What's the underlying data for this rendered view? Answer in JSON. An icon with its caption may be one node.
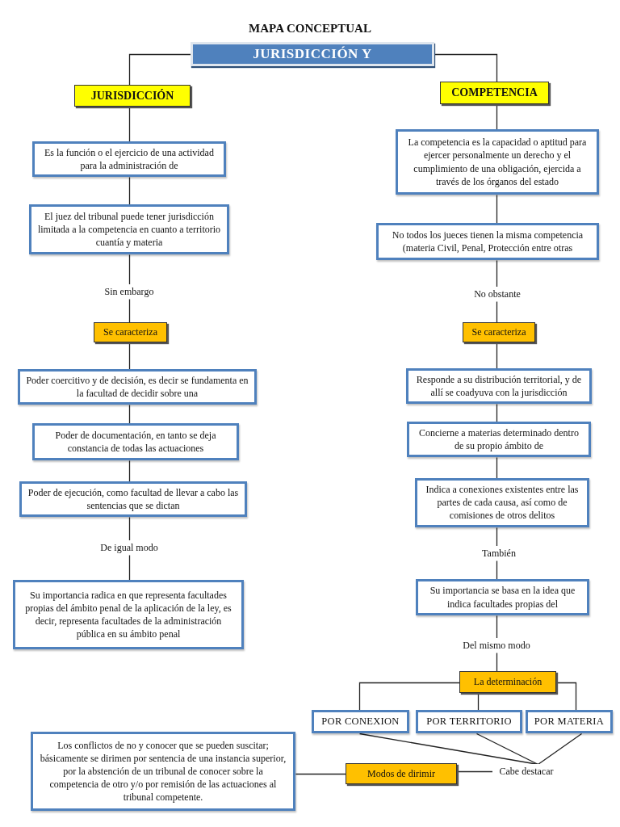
{
  "diagram": {
    "title": "MAPA CONCEPTUAL",
    "nodes": [
      {
        "text": [
          "JURISDICCIÓN Y"
        ]
      },
      {
        "text": [
          "JURISDICCIÓN"
        ]
      },
      {
        "text": [
          "COMPETENCIA"
        ]
      },
      {
        "text": [
          "Es la función o el ejercicio de una actividad para la administración de"
        ]
      },
      {
        "text": [
          "El juez del tribunal puede tener jurisdicción limitada a la competencia en cuanto a territorio cuantía y materia"
        ]
      },
      {
        "text": [
          "Sin embargo"
        ]
      },
      {
        "text": [
          "Se caracteriza"
        ]
      },
      {
        "text": [
          "Poder coercitivo y de decisión, es decir se fundamenta en la facultad de decidir sobre una"
        ]
      },
      {
        "text": [
          "Poder de documentación, en tanto se deja constancia de todas las actuaciones"
        ]
      },
      {
        "text": [
          "Poder de ejecución, como facultad de llevar a cabo las sentencias que se dictan"
        ]
      },
      {
        "text": [
          "De igual modo"
        ]
      },
      {
        "text": [
          "Su importancia radica en que representa facultades propias del ámbito penal de la aplicación de la ley, es decir, representa facultades de la administración pública en su ámbito penal"
        ]
      },
      {
        "text": [
          "La competencia es la capacidad o aptitud para ejercer personalmente un derecho y el cumplimiento de una obligación, ejercida a través de los órganos del estado"
        ]
      },
      {
        "text": [
          "No todos los jueces tienen la misma competencia (materia Civil, Penal, Protección entre otras"
        ]
      },
      {
        "text": [
          "No obstante"
        ]
      },
      {
        "text": [
          "Se caracteriza"
        ]
      },
      {
        "text": [
          "Responde a su distribución territorial, y de allí se coadyuva con la jurisdicción"
        ]
      },
      {
        "text": [
          "Concierne a materias determinado dentro de su propio ámbito de"
        ]
      },
      {
        "text": [
          "Indica a conexiones existentes entre las partes de cada causa, así como de comisiones de otros delitos"
        ]
      },
      {
        "text": [
          "También"
        ]
      },
      {
        "text": [
          "Su importancia se basa en la idea que indica facultades propias del"
        ]
      },
      {
        "text": [
          "Del mismo modo"
        ]
      },
      {
        "text": [
          "La determinación"
        ]
      },
      {
        "text": [
          "POR CONEXION"
        ]
      },
      {
        "text": [
          "POR TERRITORIO"
        ]
      },
      {
        "text": [
          "POR MATERIA"
        ]
      },
      {
        "text": [
          "Cabe destacar"
        ]
      },
      {
        "text": [
          "Modos de dirimir"
        ]
      },
      {
        "text": [
          "Los conflictos de no y conocer que se pueden suscitar; básicamente se dirimen por sentencia de una instancia superior, por la abstención de un tribunal de conocer sobre la competencia de otro y/o por remisión de las actuaciones al tribunal competente."
        ]
      }
    ],
    "edges": [
      {
        "from": 0,
        "to": 1,
        "arrow": "none"
      },
      {
        "from": 0,
        "to": 2,
        "arrow": "none"
      },
      {
        "from": 1,
        "to": 3,
        "arrow": "none"
      },
      {
        "from": 3,
        "to": 4,
        "arrow": "none"
      },
      {
        "from": 4,
        "to": 5,
        "arrow": "none"
      },
      {
        "from": 5,
        "to": 6,
        "arrow": "none"
      },
      {
        "from": 6,
        "to": 7,
        "arrow": "none"
      },
      {
        "from": 7,
        "to": 8,
        "arrow": "none"
      },
      {
        "from": 8,
        "to": 9,
        "arrow": "none"
      },
      {
        "from": 9,
        "to": 10,
        "arrow": "none"
      },
      {
        "from": 10,
        "to": 11,
        "arrow": "none"
      },
      {
        "from": 2,
        "to": 12,
        "arrow": "none"
      },
      {
        "from": 12,
        "to": 13,
        "arrow": "none"
      },
      {
        "from": 13,
        "to": 14,
        "arrow": "none"
      },
      {
        "from": 14,
        "to": 15,
        "arrow": "none"
      },
      {
        "from": 15,
        "to": 16,
        "arrow": "none"
      },
      {
        "from": 16,
        "to": 17,
        "arrow": "none"
      },
      {
        "from": 17,
        "to": 18,
        "arrow": "none"
      },
      {
        "from": 18,
        "to": 19,
        "arrow": "none"
      },
      {
        "from": 19,
        "to": 20,
        "arrow": "none"
      },
      {
        "from": 20,
        "to": 21,
        "arrow": "none"
      },
      {
        "from": 21,
        "to": 22,
        "arrow": "none"
      },
      {
        "from": 22,
        "to": 23,
        "arrow": "none"
      },
      {
        "from": 22,
        "to": 24,
        "arrow": "none"
      },
      {
        "from": 22,
        "to": 25,
        "arrow": "none"
      },
      {
        "from": 23,
        "to": 26,
        "arrow": "none"
      },
      {
        "from": 24,
        "to": 26,
        "arrow": "none"
      },
      {
        "from": 25,
        "to": 26,
        "arrow": "none"
      },
      {
        "from": 26,
        "to": 27,
        "arrow": "none"
      },
      {
        "from": 27,
        "to": 28,
        "arrow": "none"
      }
    ]
  }
}
